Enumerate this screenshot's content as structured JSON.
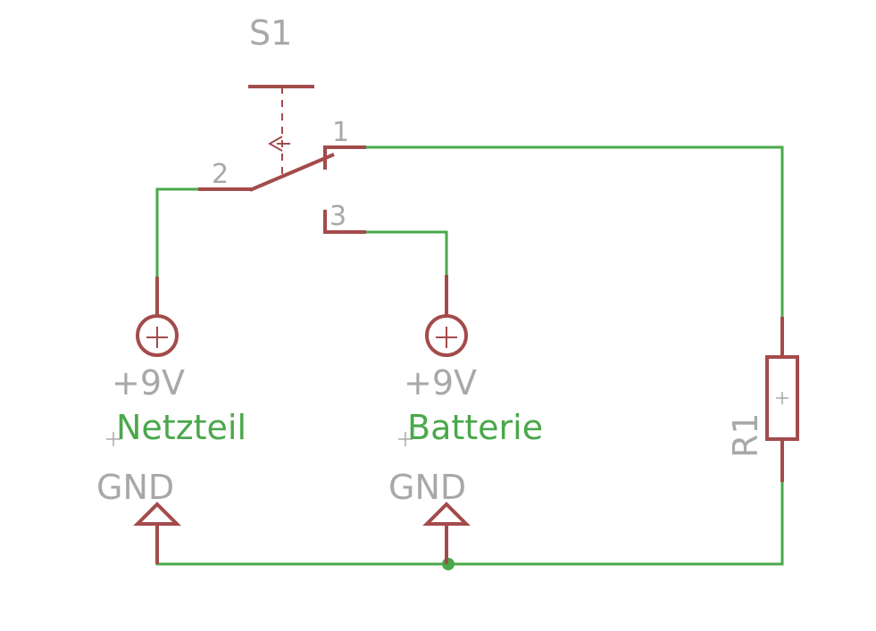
{
  "switch": {
    "name": "S1",
    "pin1": "1",
    "pin2": "2",
    "pin3": "3"
  },
  "supply_left": {
    "value": "+9V",
    "net_label": "Netzteil",
    "ground": "GND"
  },
  "supply_middle": {
    "value": "+9V",
    "net_label": "Batterie",
    "ground": "GND"
  },
  "resistor": {
    "name": "R1"
  },
  "colors": {
    "wire": "#4aa84a",
    "symbol": "#a34b4b",
    "label": "#a8a8a8",
    "net_label": "#4aa84a"
  }
}
